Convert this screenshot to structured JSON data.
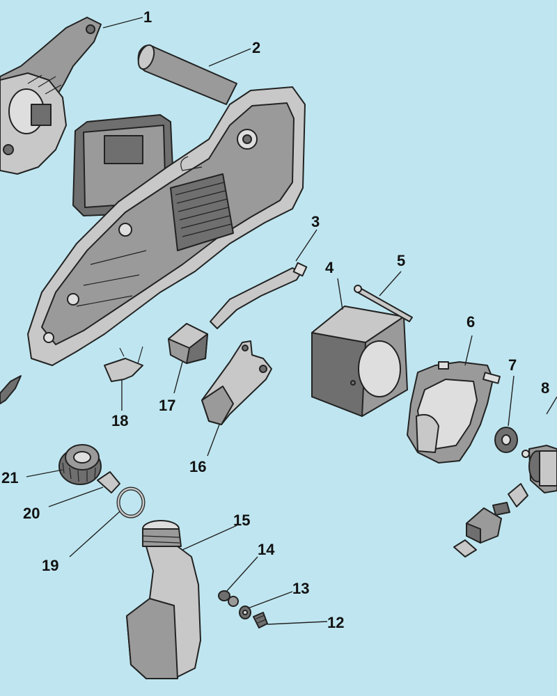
{
  "diagram": {
    "background": "#bfe6f0",
    "part_fill": "#9a9a9a",
    "outline": "#222222",
    "callouts": [
      {
        "id": "1",
        "label": "1"
      },
      {
        "id": "2",
        "label": "2"
      },
      {
        "id": "3",
        "label": "3"
      },
      {
        "id": "4",
        "label": "4"
      },
      {
        "id": "5",
        "label": "5"
      },
      {
        "id": "6",
        "label": "6"
      },
      {
        "id": "7",
        "label": "7"
      },
      {
        "id": "8",
        "label": "8"
      },
      {
        "id": "12",
        "label": "12"
      },
      {
        "id": "13",
        "label": "13"
      },
      {
        "id": "14",
        "label": "14"
      },
      {
        "id": "15",
        "label": "15"
      },
      {
        "id": "16",
        "label": "16"
      },
      {
        "id": "17",
        "label": "17"
      },
      {
        "id": "18",
        "label": "18"
      },
      {
        "id": "19",
        "label": "19"
      },
      {
        "id": "20",
        "label": "20"
      },
      {
        "id": "21",
        "label": "21"
      }
    ]
  }
}
